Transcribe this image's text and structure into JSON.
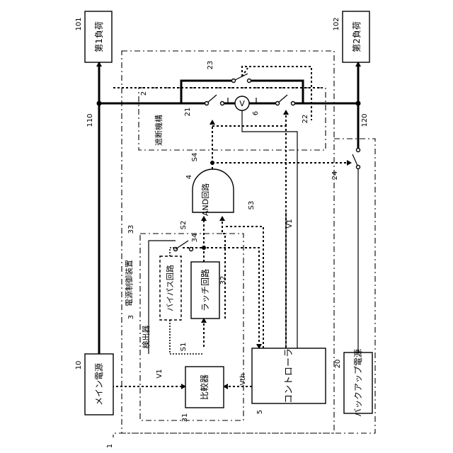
{
  "labels": {
    "load1": "第1負荷",
    "load2": "第2負荷",
    "main_power": "メイン電源",
    "backup_power": "バックアップ電源",
    "controller": "コントローラ",
    "comparator": "比較器",
    "latch": "ラッチ回路",
    "bypass": "バイパス回路",
    "and_gate": "AND回路",
    "breaker": "遮断機構",
    "detector": "検出器",
    "device": "電源制御装置",
    "voltmeter": "V"
  },
  "refs": {
    "r101": "101",
    "r102": "102",
    "r10": "10",
    "r20": "20",
    "r110": "110",
    "r120": "120",
    "r1": "1",
    "r2": "2",
    "r3": "3",
    "r4": "4",
    "r5": "5",
    "r6": "6",
    "r21": "21",
    "r22": "22",
    "r23": "23",
    "r24": "24",
    "r31": "31",
    "r32": "32",
    "r33": "33",
    "r34": "34"
  },
  "signals": {
    "s1": "S1",
    "s2": "S2",
    "s3": "S3",
    "s4": "S4",
    "v1a": "V1",
    "v1b": "V1",
    "vth": "Vth"
  }
}
